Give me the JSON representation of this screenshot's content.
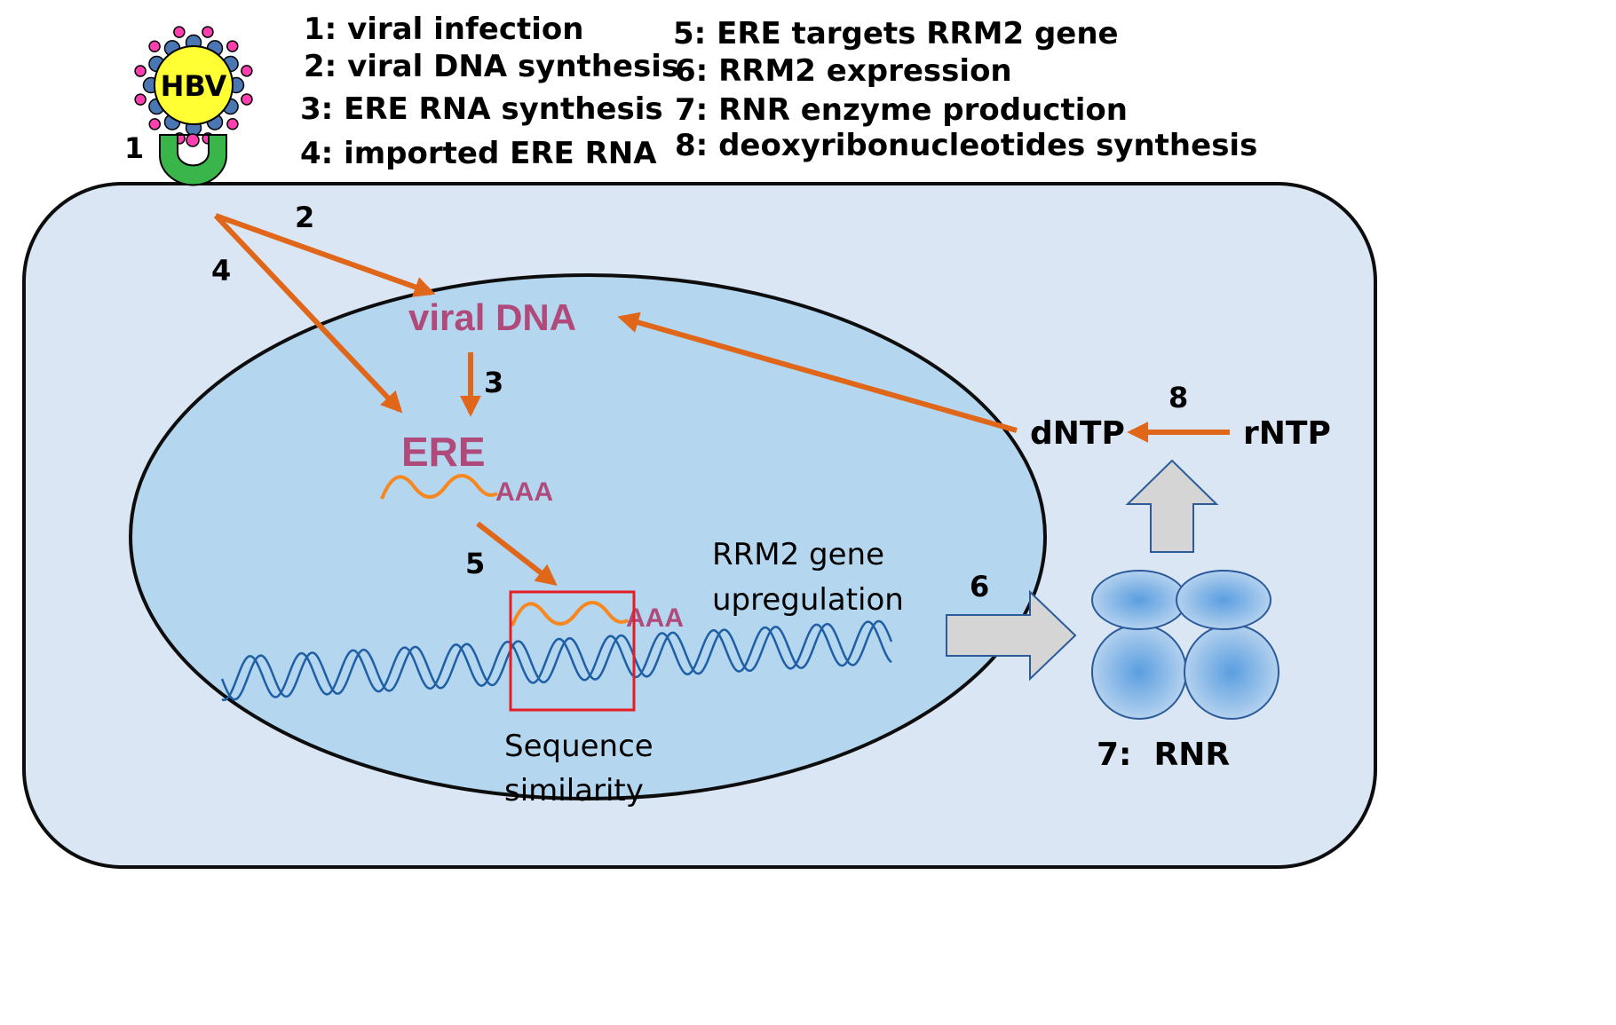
{
  "legend": {
    "left": [
      "1: viral infection",
      "2: viral DNA synthesis",
      "3: ERE RNA synthesis",
      "4: imported ERE RNA"
    ],
    "right": [
      "5: ERE targets RRM2 gene",
      "6: RRM2 expression",
      "7: RNR enzyme production",
      "8: deoxyribonucleotides synthesis"
    ]
  },
  "virus": {
    "label": "HBV"
  },
  "steps": {
    "s1": "1",
    "s2": "2",
    "s3": "3",
    "s4": "4",
    "s5": "5",
    "s6": "6",
    "s8": "8"
  },
  "nucleus": {
    "viral_dna": "viral DNA",
    "ere": "ERE",
    "poly_a": "AAA",
    "poly_a_bound": "AAA",
    "rrm2_line1": "RRM2 gene",
    "rrm2_line2": "upregulation",
    "seq_line1": "Sequence",
    "seq_line2": "similarity"
  },
  "cytoplasm": {
    "dntp": "dNTP",
    "rntp": "rNTP",
    "rnr": "7:  RNR"
  },
  "colors": {
    "cell_fill": "#dbe6f4",
    "nucleus_fill": "#b4d6ee",
    "arrow": "#e0661a",
    "ere_text": "#b04a7a",
    "box": "#e31e24",
    "dna": "#1f5fa6",
    "virus_core": "#ffff33"
  }
}
